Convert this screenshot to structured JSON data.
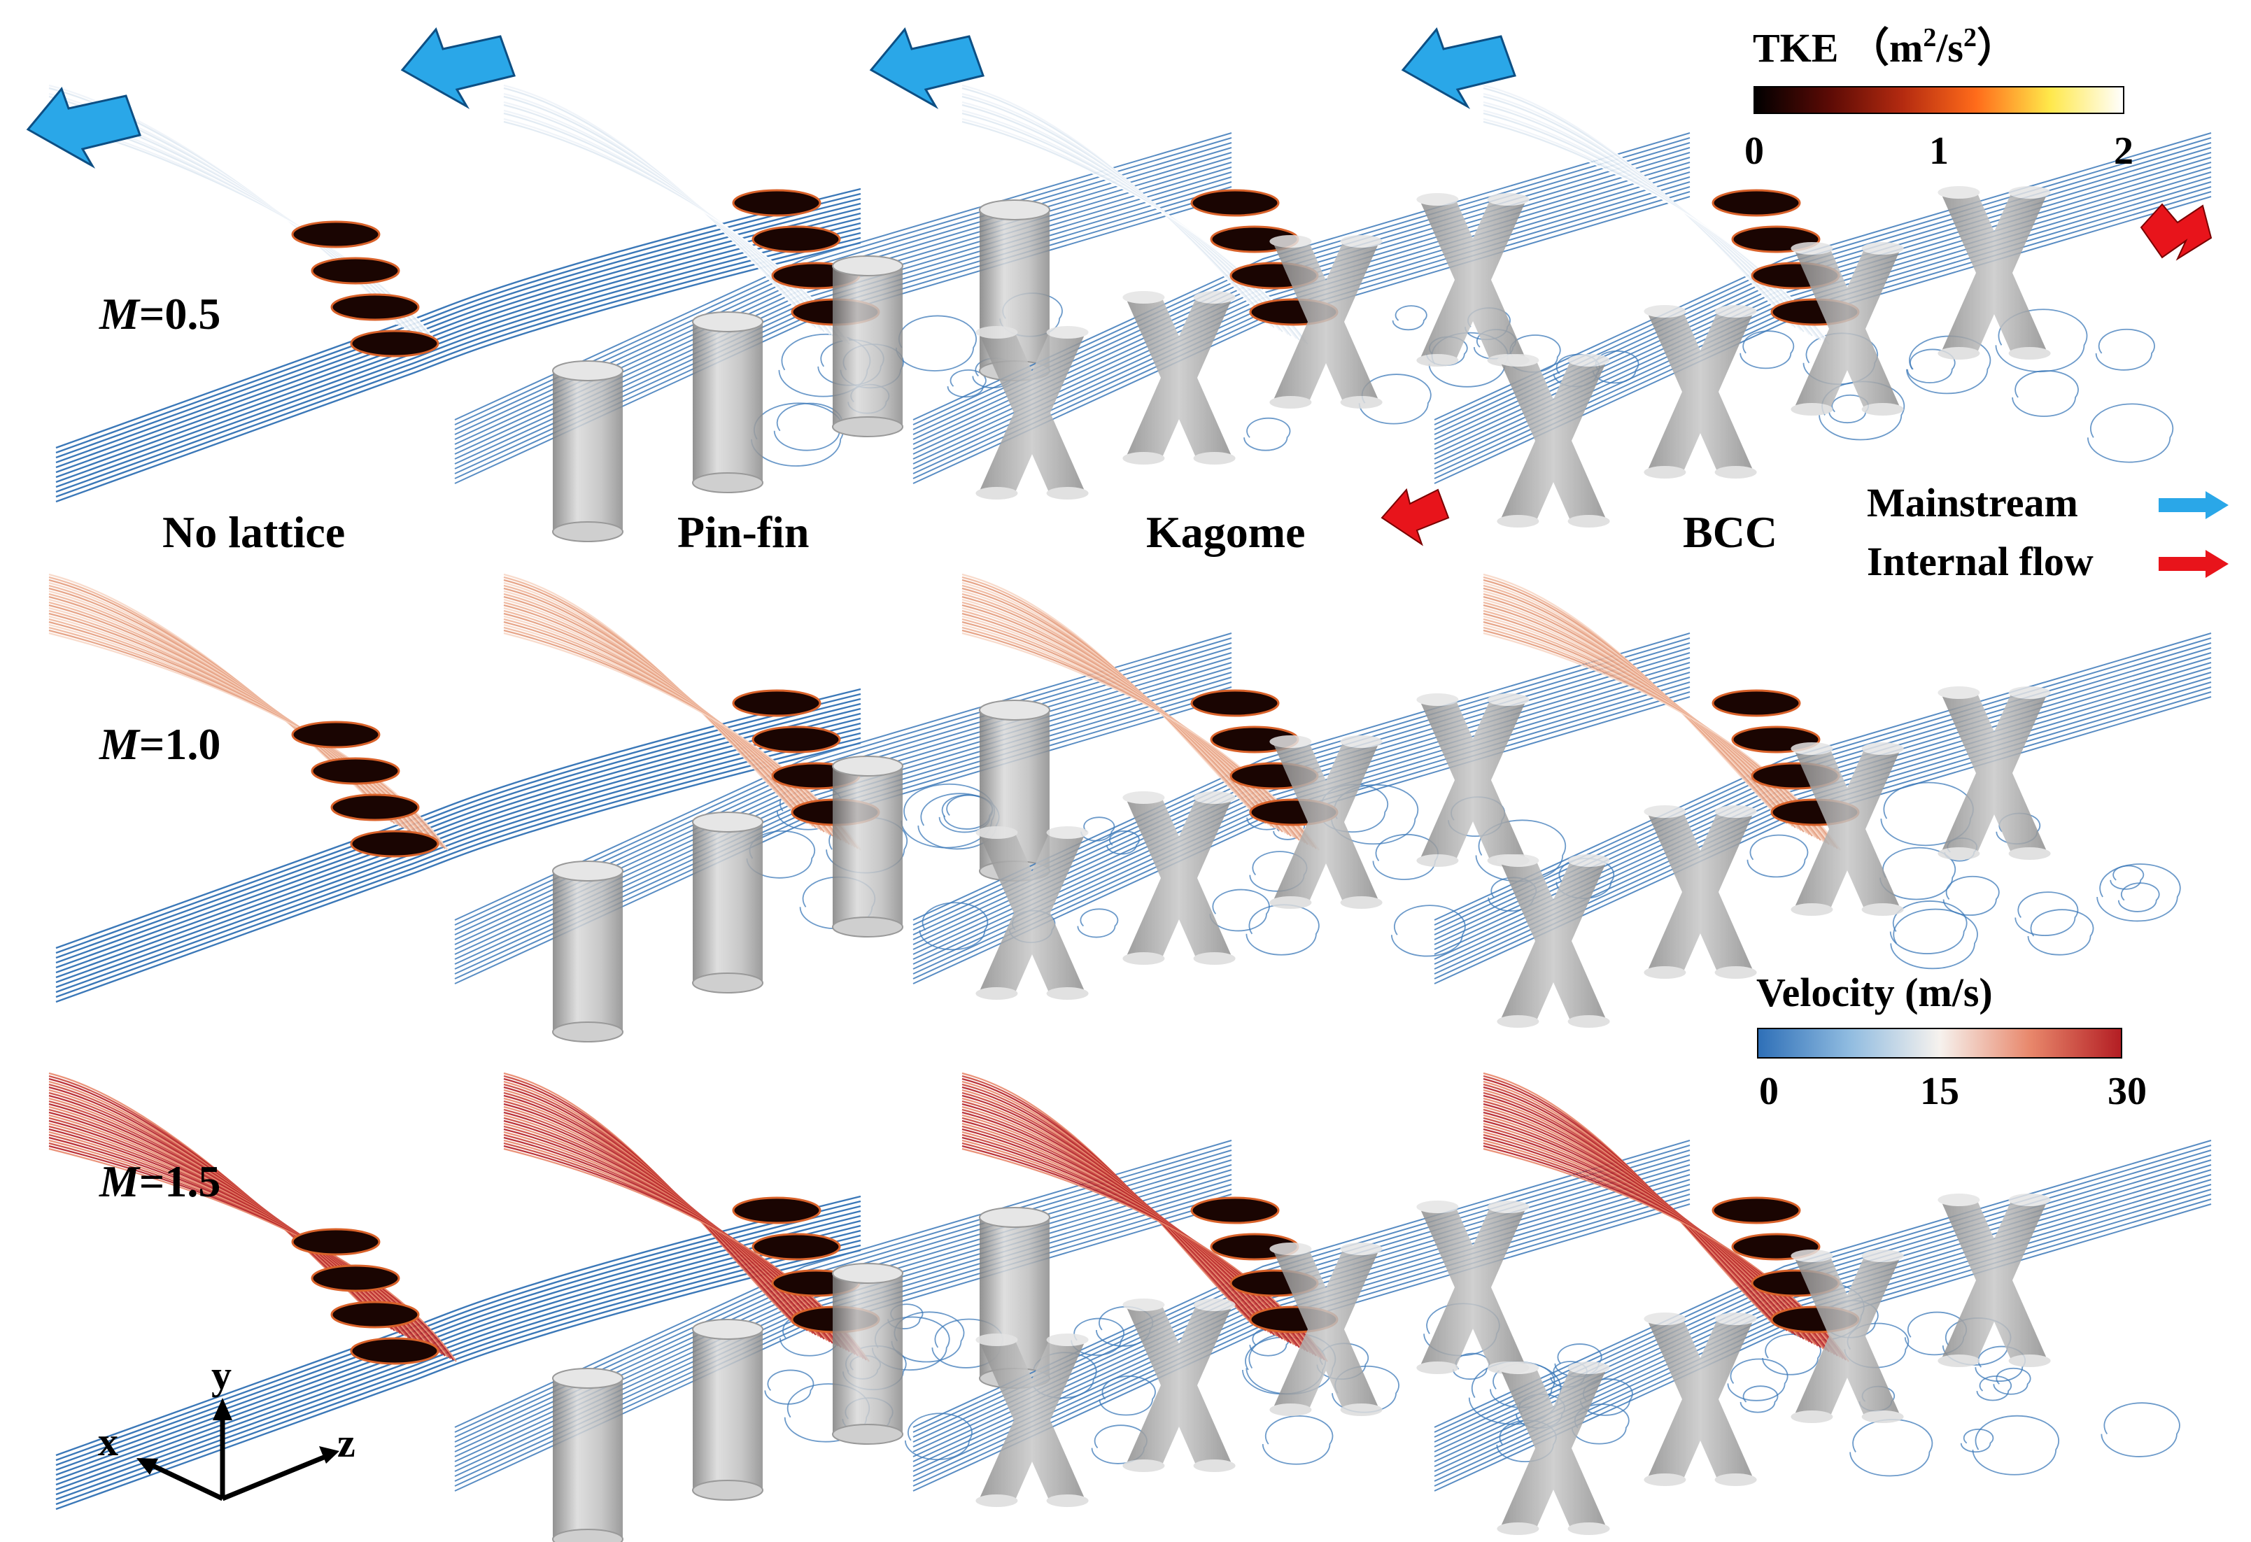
{
  "figure": {
    "rows": [
      {
        "label_var": "M",
        "label_val": "=0.5"
      },
      {
        "label_var": "M",
        "label_val": "=1.0"
      },
      {
        "label_var": "M",
        "label_val": "=1.5"
      }
    ],
    "columns": [
      "No lattice",
      "Pin-fin",
      "Kagome",
      "BCC"
    ]
  },
  "tke_colorbar": {
    "title_prefix": "TKE （m",
    "title_sup1": "2",
    "title_mid": "/s",
    "title_sup2": "2",
    "title_suffix": "）",
    "ticks": [
      "0",
      "1",
      "2"
    ],
    "colors": [
      "#000000",
      "#5a0a05",
      "#b32a10",
      "#ff6b1a",
      "#ffe84a",
      "#ffffff"
    ]
  },
  "velocity_colorbar": {
    "title": "Velocity (m/s)",
    "ticks": [
      "0",
      "15",
      "30"
    ],
    "colors": [
      "#2e6fb7",
      "#8fbbe0",
      "#f6f2ee",
      "#e8876b",
      "#b31d23"
    ]
  },
  "legend": {
    "mainstream": "Mainstream",
    "internal_flow": "Internal flow",
    "mainstream_color": "#2aa7e8",
    "internal_flow_color": "#e8141b"
  },
  "axes": {
    "x": "x",
    "y": "y",
    "z": "z"
  },
  "colors": {
    "lattice_gray": "#9a9a9a",
    "streamline_blue": "#3b78b8"
  }
}
